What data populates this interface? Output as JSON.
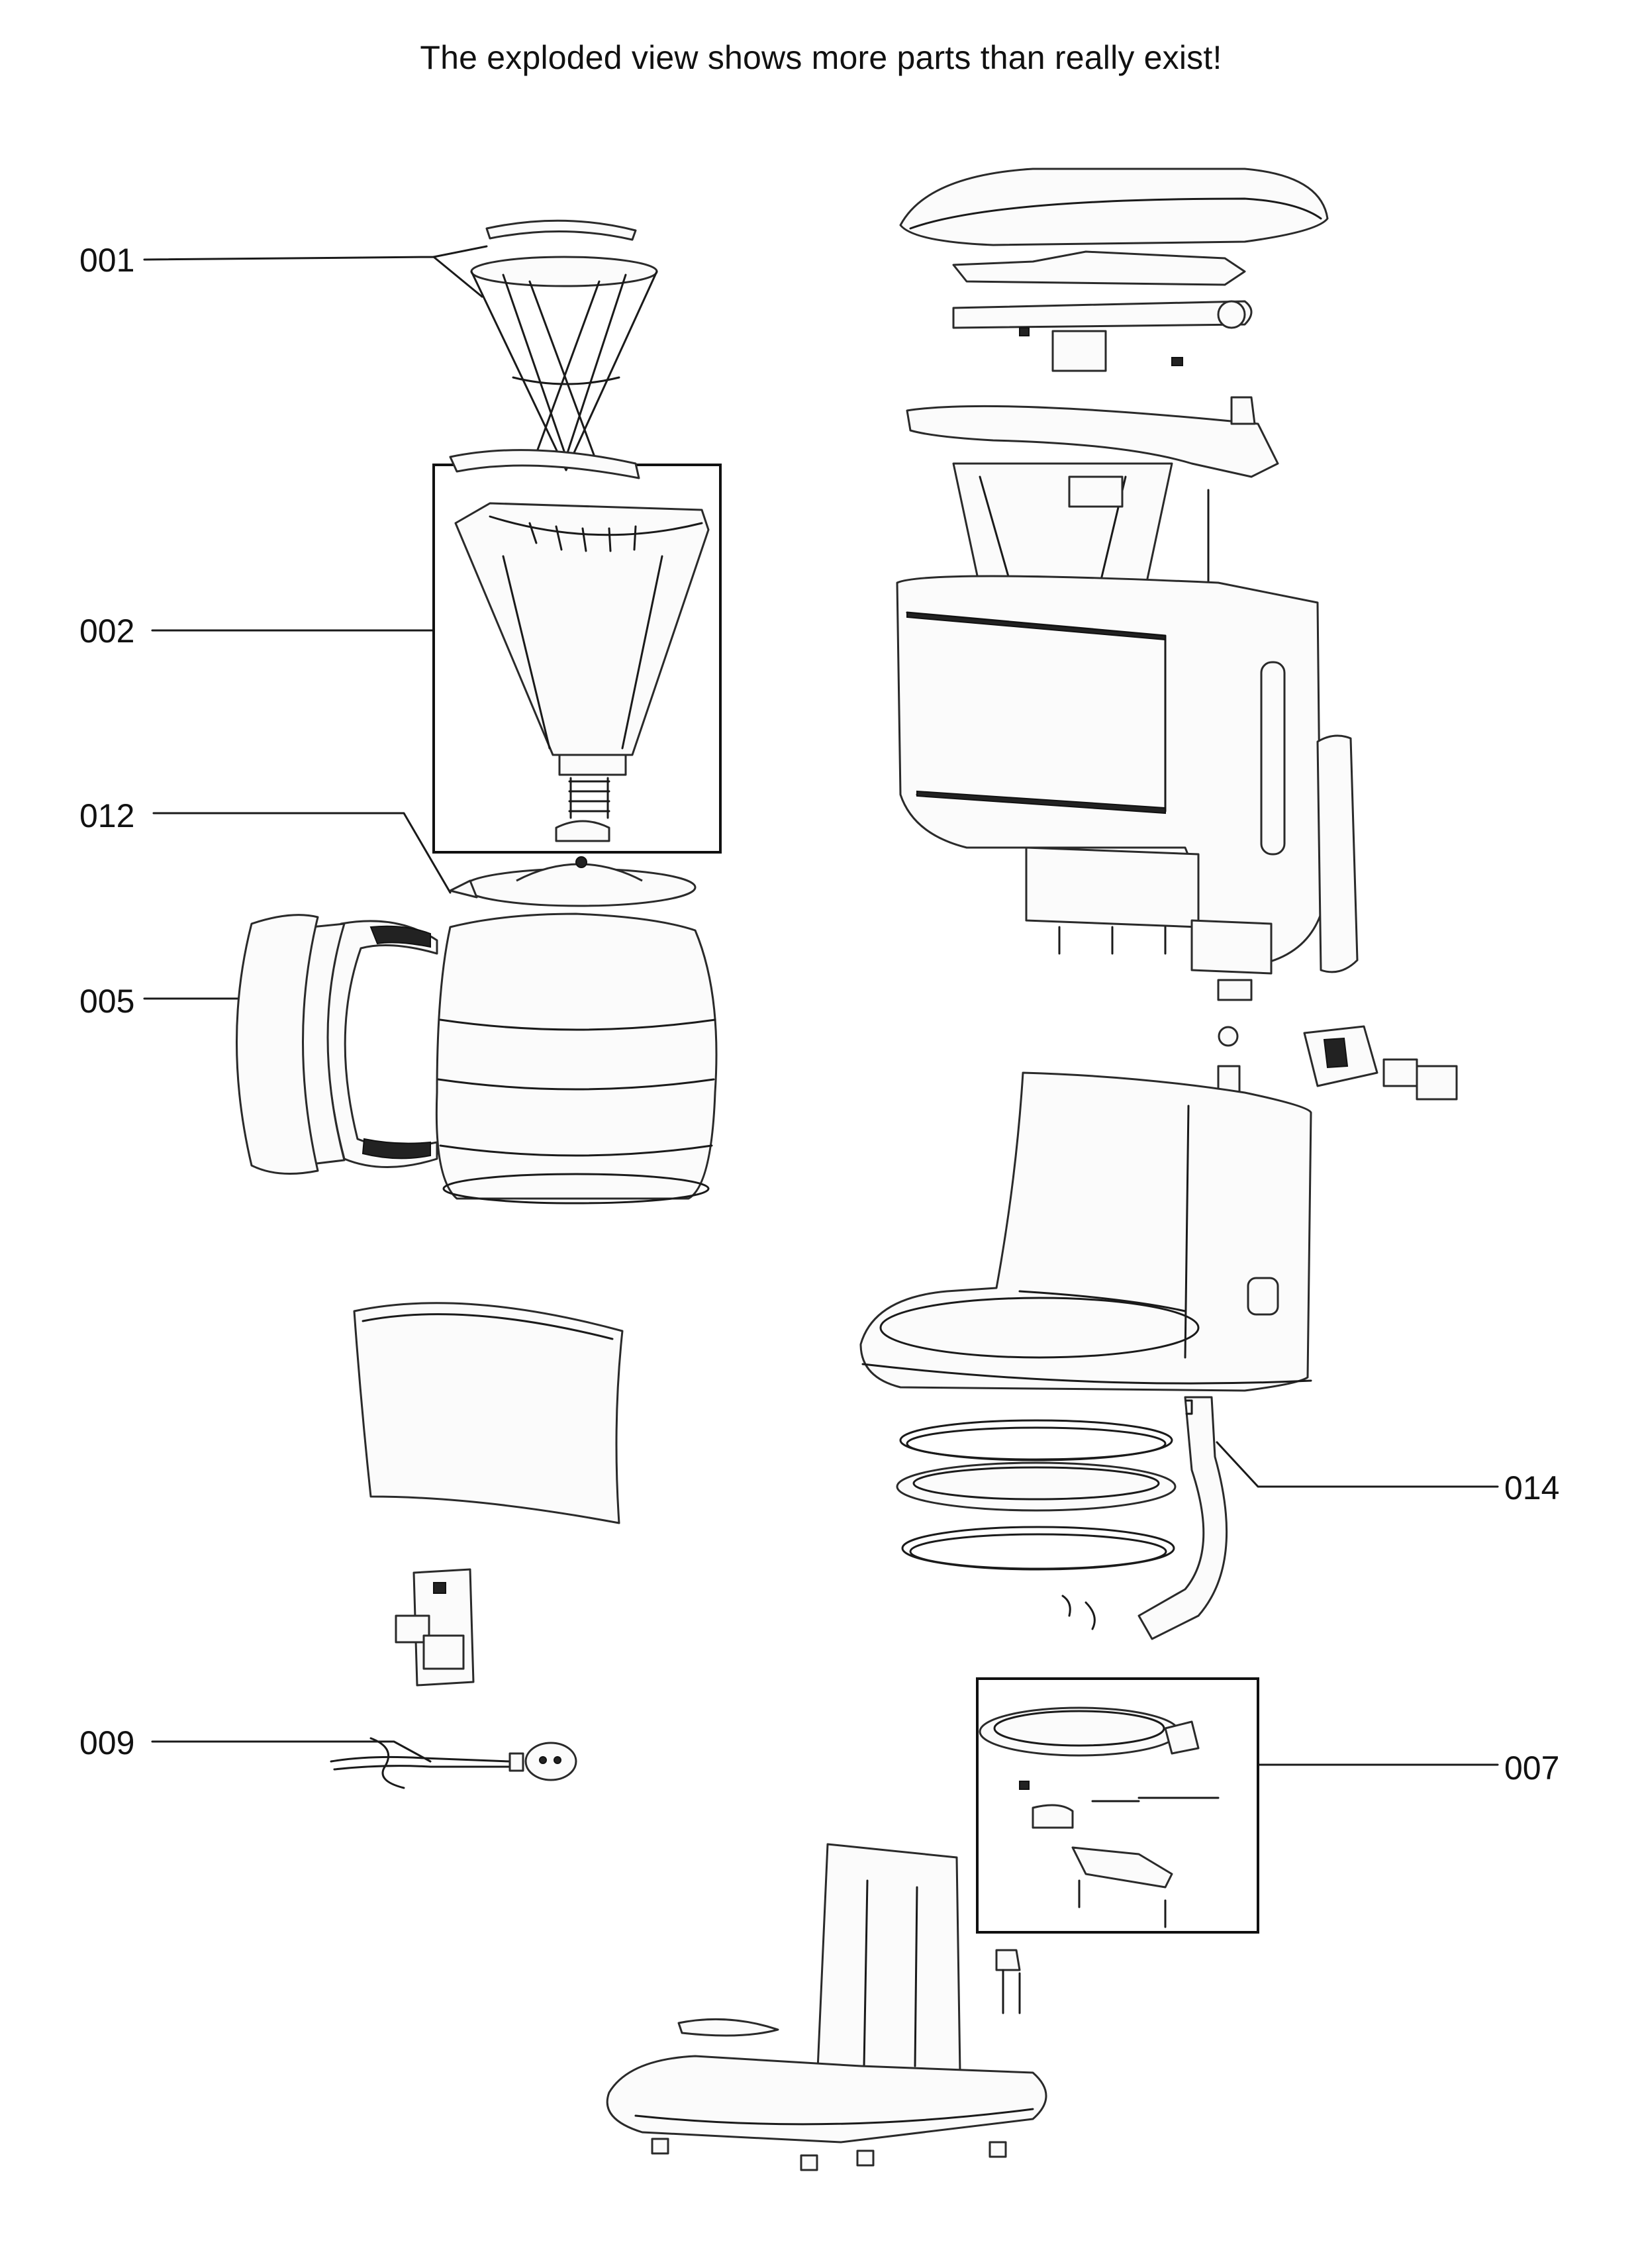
{
  "notice": "The exploded view shows more parts than really exist!",
  "callouts": [
    {
      "id": "001",
      "label": "001"
    },
    {
      "id": "002",
      "label": "002"
    },
    {
      "id": "012",
      "label": "012"
    },
    {
      "id": "005",
      "label": "005"
    },
    {
      "id": "009",
      "label": "009"
    },
    {
      "id": "014",
      "label": "014"
    },
    {
      "id": "007",
      "label": "007"
    }
  ]
}
